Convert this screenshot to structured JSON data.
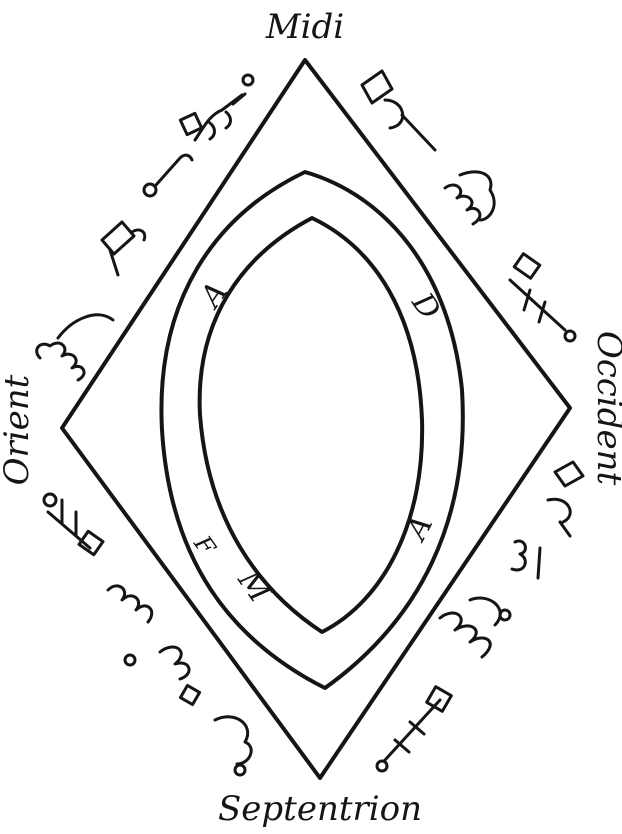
{
  "directions": {
    "north": "Midi",
    "east": "Occident",
    "south": "Septentrion",
    "west": "Orient"
  },
  "inner_letters": {
    "top_left": "A",
    "top_right": "D",
    "bottom_right": "A",
    "bottom_left_m": "M",
    "bottom_left_f": "F"
  }
}
